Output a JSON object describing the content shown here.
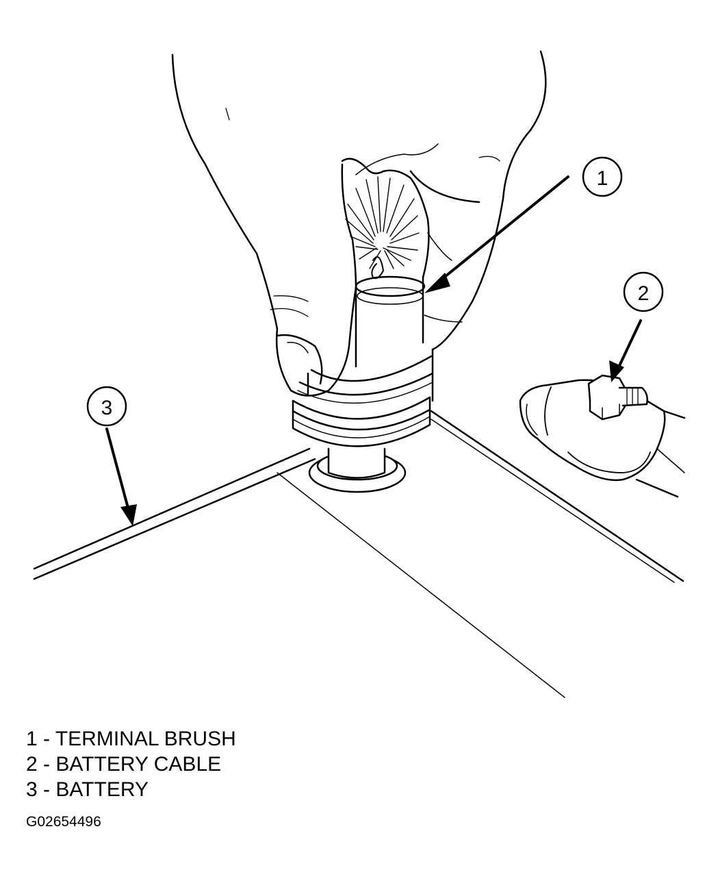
{
  "callouts": [
    {
      "number": "1",
      "label": "TERMINAL BRUSH"
    },
    {
      "number": "2",
      "label": "BATTERY CABLE"
    },
    {
      "number": "3",
      "label": "BATTERY"
    }
  ],
  "legend": {
    "separator": "-",
    "items": [
      {
        "number": "1",
        "label": "TERMINAL BRUSH"
      },
      {
        "number": "2",
        "label": "BATTERY CABLE"
      },
      {
        "number": "3",
        "label": "BATTERY"
      }
    ]
  },
  "figure_code": "G02654496",
  "colors": {
    "line": "#000000",
    "background": "#ffffff"
  }
}
